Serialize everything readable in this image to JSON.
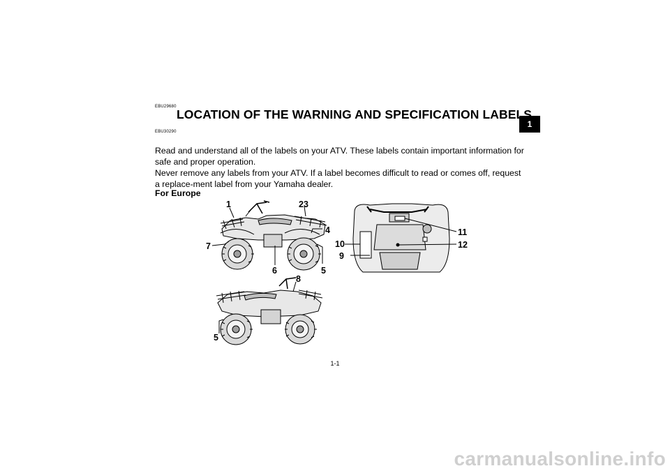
{
  "header": {
    "code_top": "EBU29680",
    "title": "LOCATION OF THE WARNING AND SPECIFICATION LABELS",
    "code_sub": "EBU30290"
  },
  "paragraphs": [
    "Read and understand all of the labels on your ATV. These labels contain important information for safe and proper operation.",
    "Never remove any labels from your ATV. If a label becomes difficult to read or comes off, request a replace-ment label from your Yamaha dealer."
  ],
  "subheading": "For Europe",
  "figures": {
    "left_side_view": {
      "callouts": [
        "1",
        "23",
        "4",
        "7",
        "6",
        "5"
      ]
    },
    "right_side_view": {
      "callouts": [
        "8",
        "5"
      ]
    },
    "top_view": {
      "callouts": [
        "11",
        "10",
        "12",
        "9"
      ]
    }
  },
  "chapter_tab": "1",
  "page_number": "1-1",
  "watermark": "carmanualsonline.info"
}
